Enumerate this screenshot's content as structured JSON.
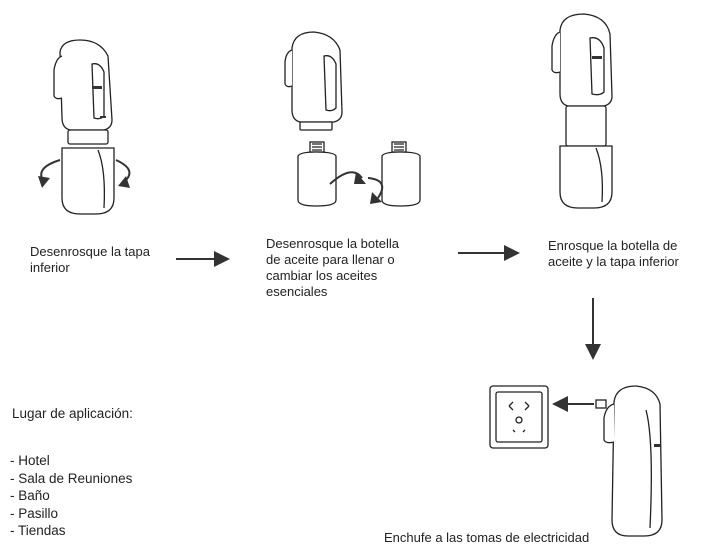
{
  "steps": [
    {
      "caption": "Desenrosque la tapa\ninferior"
    },
    {
      "caption": "Desenrosque la botella\nde aceite para llenar o\ncambiar los aceites\nesenciales"
    },
    {
      "caption": "Enrosque la botella de\naceite y la tapa inferior"
    },
    {
      "caption": "Enchufe a las tomas de electricidad"
    }
  ],
  "usage": {
    "title": "Lugar de aplicación:",
    "items": [
      "- Hotel",
      "- Sala de Reuniones",
      "- Baño",
      "- Pasillo",
      "- Tiendas"
    ]
  }
}
